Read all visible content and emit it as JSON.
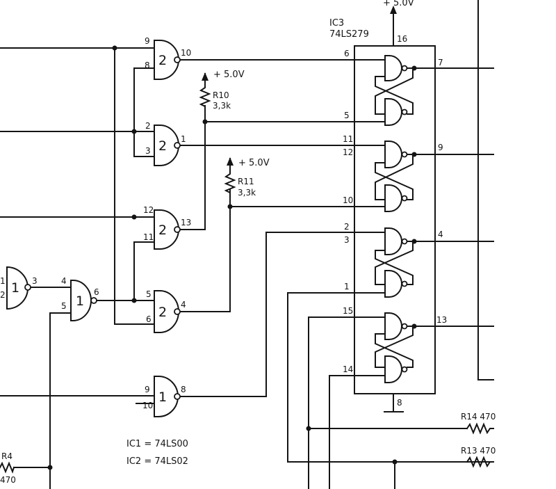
{
  "ic3": {
    "name": "IC3",
    "part": "74LS279",
    "vcc_pin": "16",
    "gnd_pin": "8"
  },
  "supply": {
    "top": "+ 5.0V",
    "r10": "+ 5.0V",
    "r11": "+ 5.0V"
  },
  "resistors": {
    "r10": {
      "name": "R10",
      "value": "3,3k"
    },
    "r11": {
      "name": "R11",
      "value": "3,3k"
    },
    "r14": {
      "label": "R14 470"
    },
    "r13": {
      "label": "R13 470"
    },
    "r4": {
      "name": "R4",
      "value": "470"
    }
  },
  "legend": {
    "ic1": "IC1 = 74LS00",
    "ic2": "IC2 = 74LS02"
  },
  "gates": {
    "g2a": {
      "label": "2",
      "in1": "9",
      "in2": "8",
      "out": "10"
    },
    "g2b": {
      "label": "2",
      "in1": "2",
      "in2": "3",
      "out": "1"
    },
    "g2c": {
      "label": "2",
      "in1": "12",
      "in2": "11",
      "out": "13"
    },
    "g2d": {
      "label": "2",
      "in1": "5",
      "in2": "6",
      "out": "4"
    },
    "g1a": {
      "label": "1",
      "in1": "1",
      "in2": "2",
      "out": "3"
    },
    "g1b": {
      "label": "1",
      "in1": "4",
      "in2": "5",
      "out": "6"
    },
    "g1c": {
      "label": "1",
      "in1": "9",
      "in2": "10",
      "out": "8"
    }
  },
  "ic3_pins": {
    "p6": "6",
    "p5": "5",
    "p11": "11",
    "p12": "12",
    "p10": "10",
    "p2": "2",
    "p3": "3",
    "p1": "1",
    "p15": "15",
    "p14": "14",
    "p7": "7",
    "p9": "9",
    "p4": "4",
    "p13": "13"
  }
}
